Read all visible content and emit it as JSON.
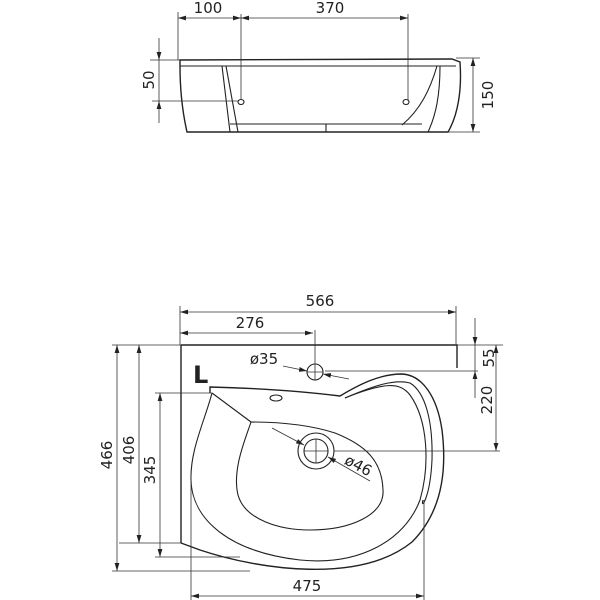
{
  "top_view": {
    "dims": {
      "tap_offset": "100",
      "tap_spacing": "370",
      "hole_height": "50",
      "height": "150"
    }
  },
  "plan_view": {
    "side_label": "L",
    "dims": {
      "width": "566",
      "tap_position": "276",
      "tap_hole": "ø35",
      "tap_depth": "55",
      "drain_depth": "220",
      "drain": "ø46",
      "depth_total": "466",
      "depth_wall": "406",
      "bowl_depth": "345",
      "bowl_width": "475"
    }
  },
  "colors": {
    "line": "#222222",
    "background": "#ffffff"
  }
}
